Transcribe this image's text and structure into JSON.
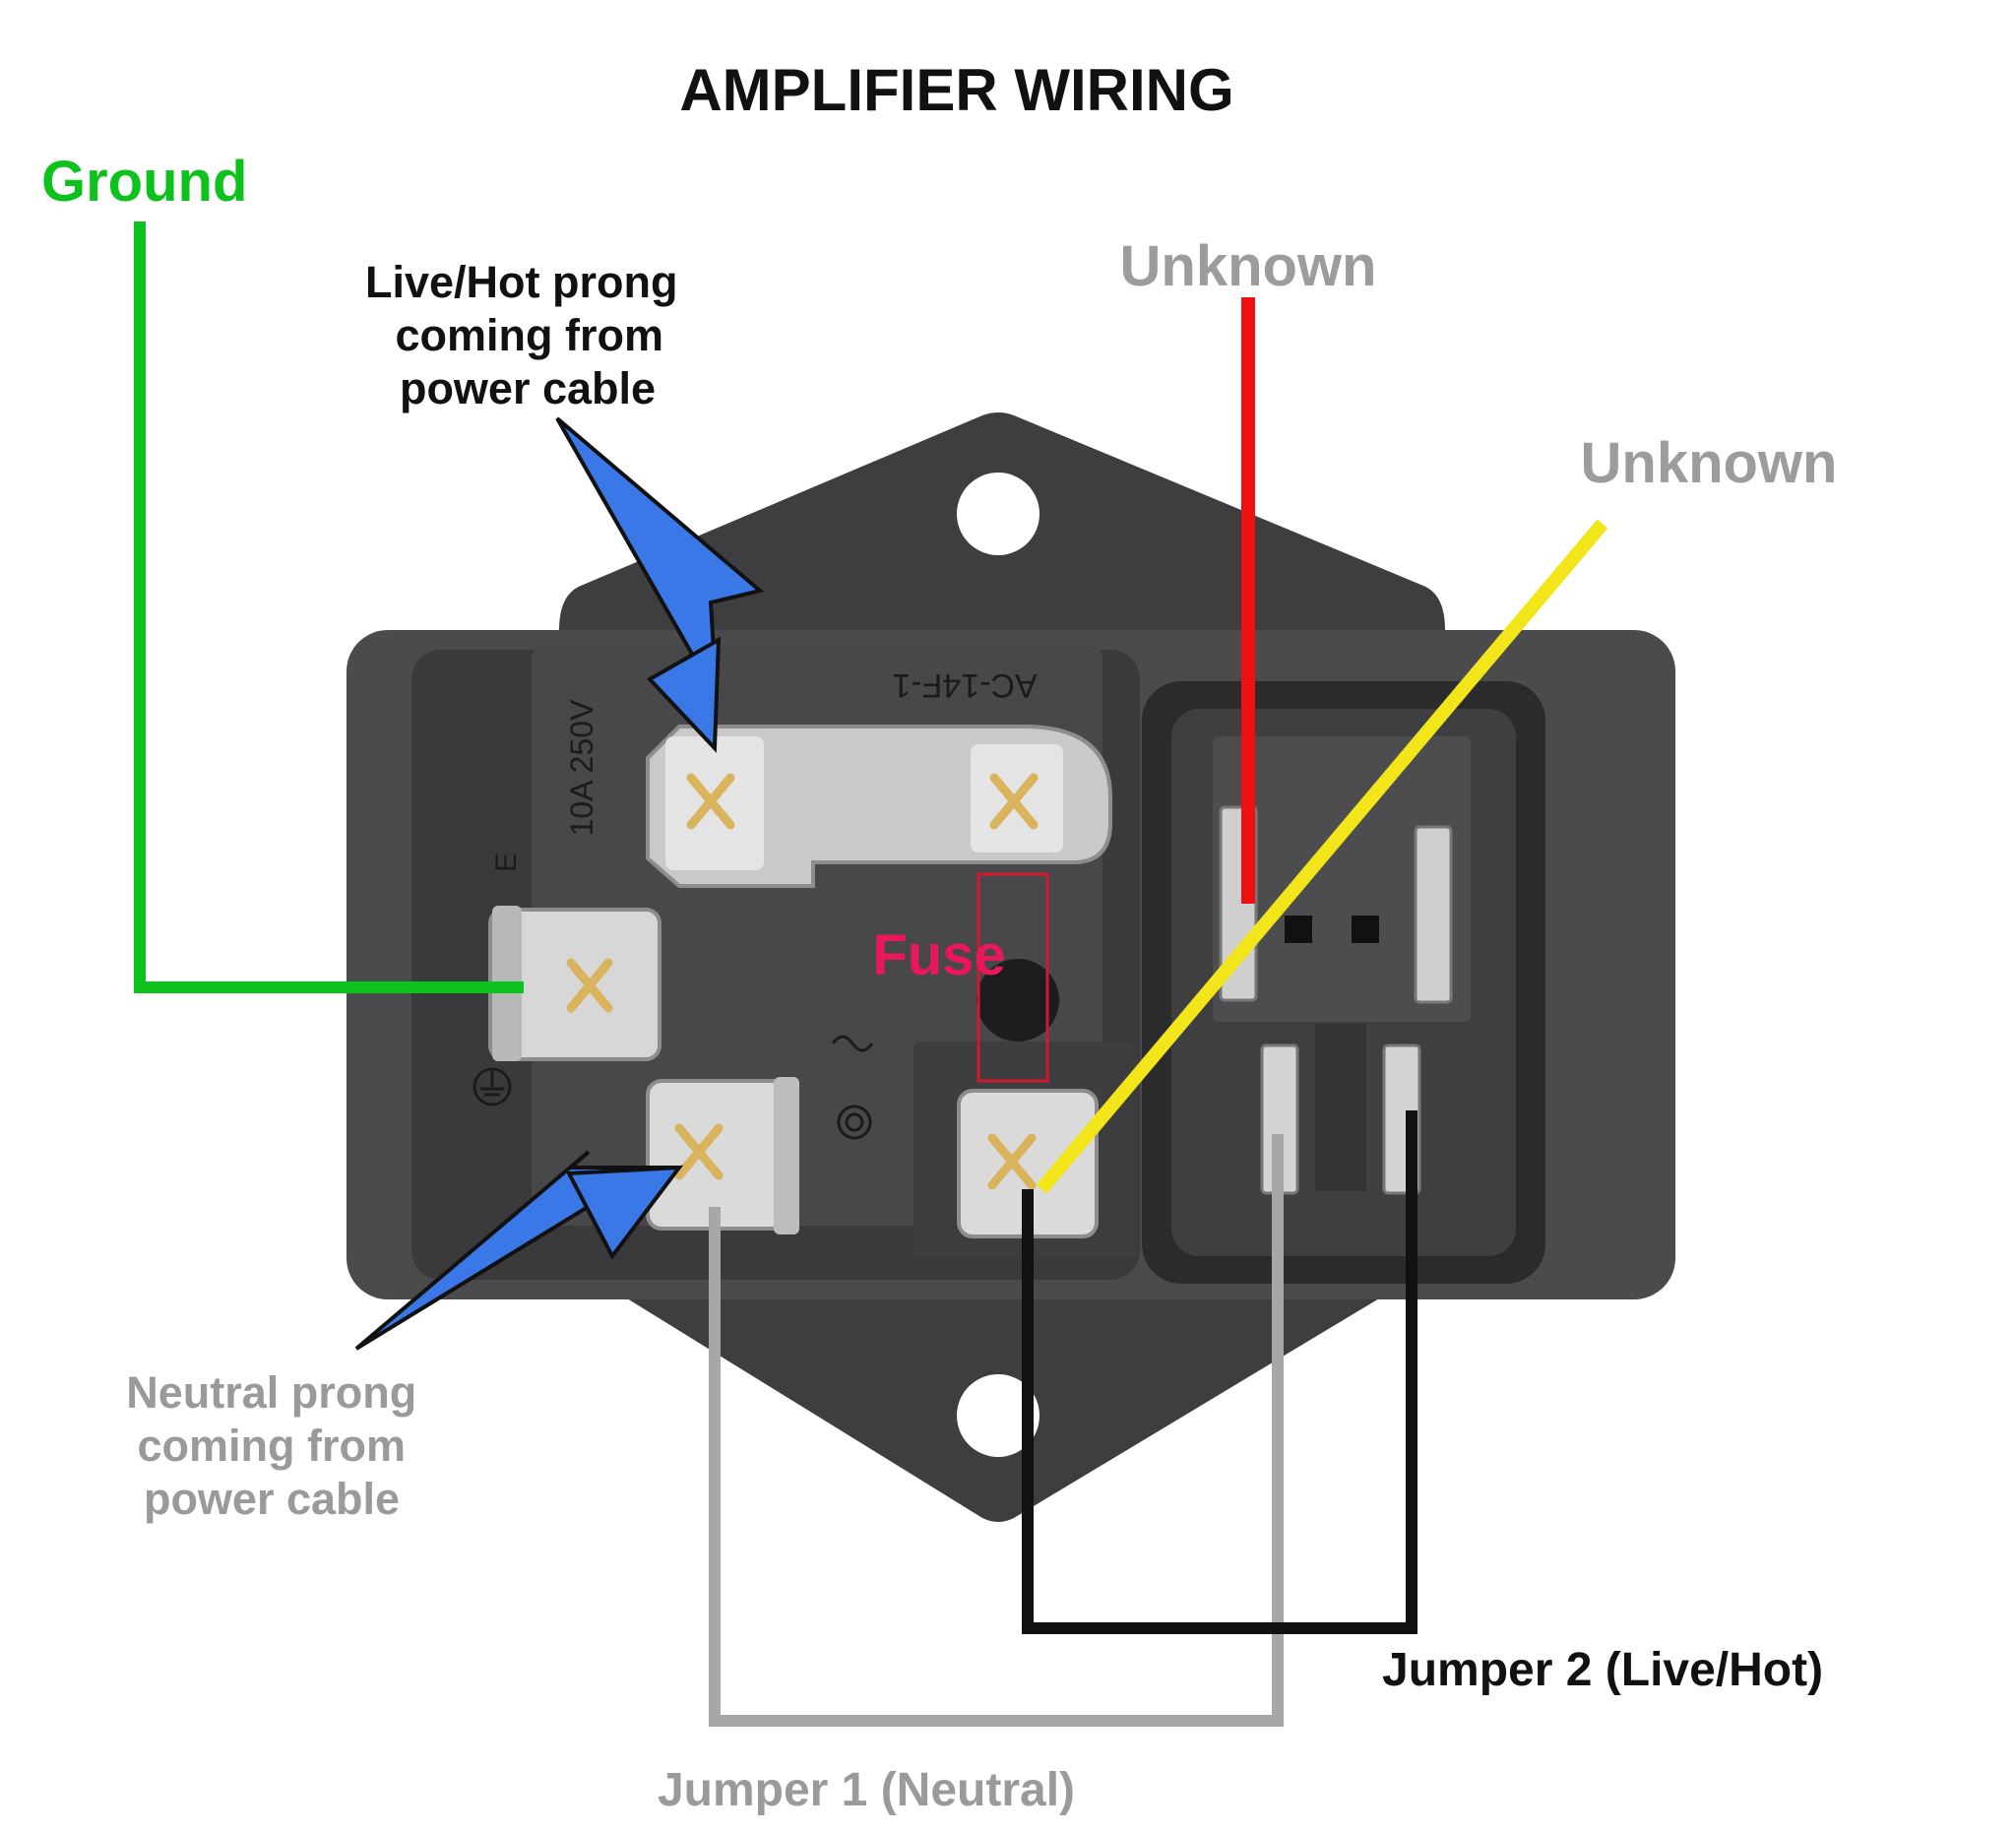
{
  "title": "AMPLIFIER WIRING",
  "labels": {
    "ground": "Ground",
    "live_prong": [
      "Live/Hot prong",
      "coming from",
      "power cable"
    ],
    "unknown_red": "Unknown",
    "unknown_yellow": "Unknown",
    "fuse": "Fuse",
    "neutral_prong": [
      "Neutral prong",
      "coming from",
      "power cable"
    ],
    "jumper2": "Jumper 2 (Live/Hot)",
    "jumper1": "Jumper 1 (Neutral)"
  },
  "socket_markings": {
    "model": "AC-14F-1",
    "rating": "10A 250V",
    "earth_letter": "E"
  },
  "icons": [
    "earth-symbol-icon",
    "neutral-symbol-icon",
    "terminal-cross-icon"
  ],
  "colors": {
    "ground_wire": "#0ec21e",
    "unknown_red_wire": "#ee1111",
    "unknown_yellow_wire": "#f2e61b",
    "jumper1_wire": "#a7a7a7",
    "jumper2_wire": "#111111",
    "arrow": "#3a78e8",
    "fuse_label": "#e8185a",
    "unknown_label": "#9c9c9c",
    "neutral_label": "#9a9a9a",
    "housing": "#444446"
  }
}
